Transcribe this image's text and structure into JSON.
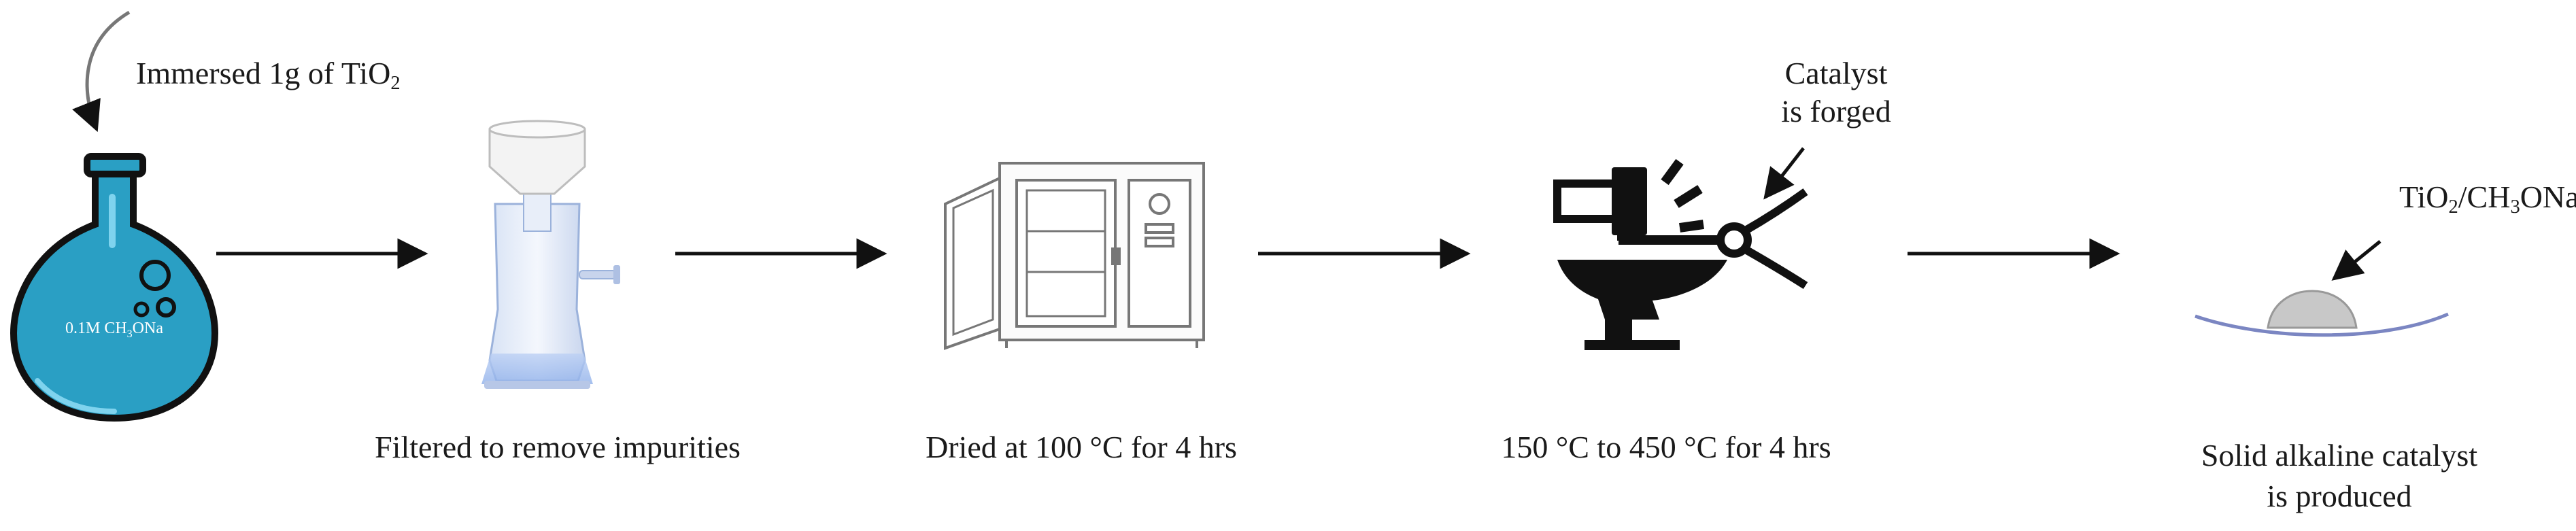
{
  "steps": {
    "immerse": {
      "label": "Immersed 1g of TiO",
      "label_sub": "2",
      "flask_text": "0.1M CH",
      "flask_sub": "3",
      "flask_text_end": "ONa"
    },
    "filter": {
      "label": "Filtered to remove impurities"
    },
    "dry": {
      "label": "Dried at 100 °C for 4 hrs"
    },
    "forge": {
      "callout_line1": "Catalyst",
      "callout_line2": "is forged",
      "label": "150 °C to 450 °C for 4 hrs"
    },
    "product": {
      "callout_a": "TiO",
      "callout_a_sub": "2",
      "callout_b": "/CH",
      "callout_b_sub": "3",
      "callout_c": "ONa",
      "label_line1": "Solid alkaline catalyst",
      "label_line2": "is produced"
    }
  },
  "colors": {
    "flask_fill": "#2a9fc4",
    "flask_outline": "#111111",
    "arrow": "#111111",
    "product_dome": "#c8c8c8",
    "product_plate": "#7b86c2"
  },
  "icons": [
    "volumetric-flask-icon",
    "filter-funnel-flask-icon",
    "drying-oven-icon",
    "hammer-anvil-tongs-icon",
    "catalyst-heap-icon"
  ]
}
